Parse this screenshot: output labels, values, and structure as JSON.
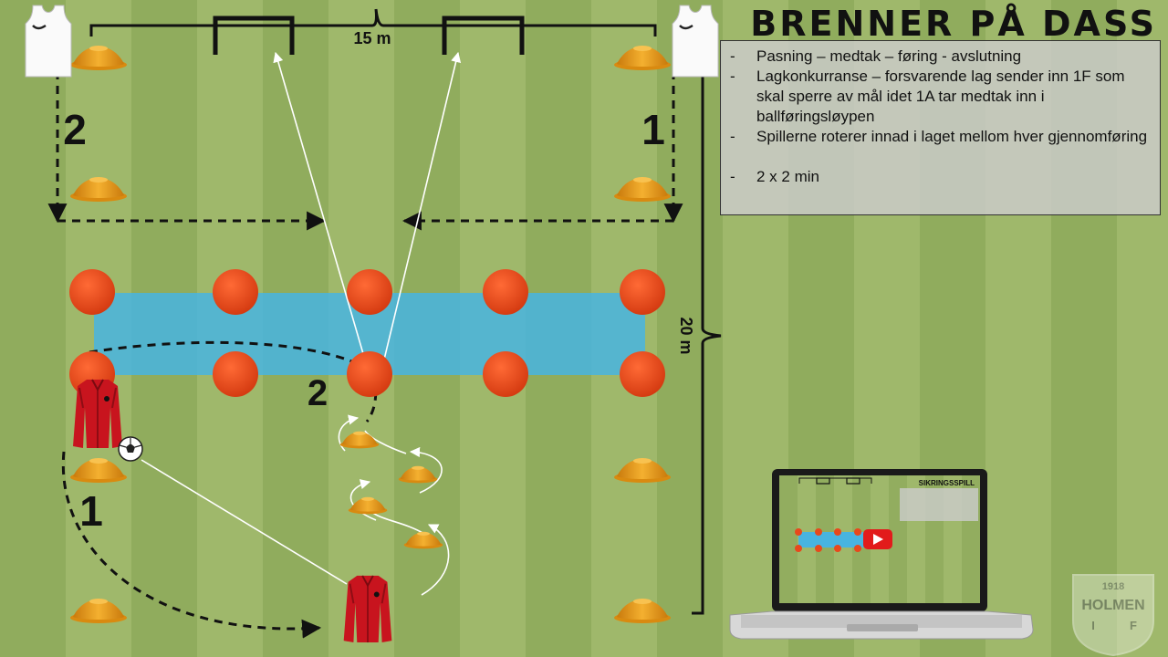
{
  "title": "BRENNER PÅ DASS",
  "description": {
    "bullets": [
      "Pasning – medtak – føring - avslutning",
      "Lagkonkurranse – forsvarende lag sender inn 1F som skal sperre av mål idet 1A tar medtak inn i ballføringsløypen",
      "Spillerne roterer innad i laget mellom hver gjennomføring",
      "2 x 2 min"
    ]
  },
  "field": {
    "width_label": "15 m",
    "length_label": "20 m",
    "team_left_label": "2",
    "team_right_label": "1",
    "player_attacker_label": "1",
    "player_defender_label": "2"
  },
  "thumbnail": {
    "title": "SIKRINGSSPILL"
  },
  "logo": {
    "year": "1918",
    "name": "HOLMEN",
    "initials": [
      "I",
      "F"
    ]
  },
  "colors": {
    "grass_light": "#9fb86b",
    "grass_dark": "#7f9d4d",
    "cone_orange": "#f0a020",
    "ball_marker": "#e8481c",
    "zone_blue": "#48b4e0",
    "jacket_red": "#c8141e"
  }
}
